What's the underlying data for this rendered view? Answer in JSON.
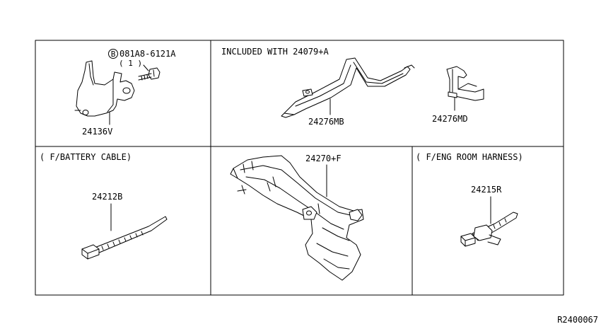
{
  "panels": {
    "top_left": {
      "circled_letter": "B",
      "bolt_part": "081A8-6121A",
      "bolt_qty": "( 1 )",
      "bracket_part": "24136V"
    },
    "top_right": {
      "note": "INCLUDED WITH 24079+A",
      "part_a": "24276MB",
      "part_b": "24276MD"
    },
    "bottom_left": {
      "note": "( F/BATTERY CABLE)",
      "part": "24212B"
    },
    "bottom_middle": {
      "part": "24270+F"
    },
    "bottom_right": {
      "note": "( F/ENG ROOM HARNESS)",
      "part": "24215R"
    }
  },
  "diagram_ref": "R2400067"
}
